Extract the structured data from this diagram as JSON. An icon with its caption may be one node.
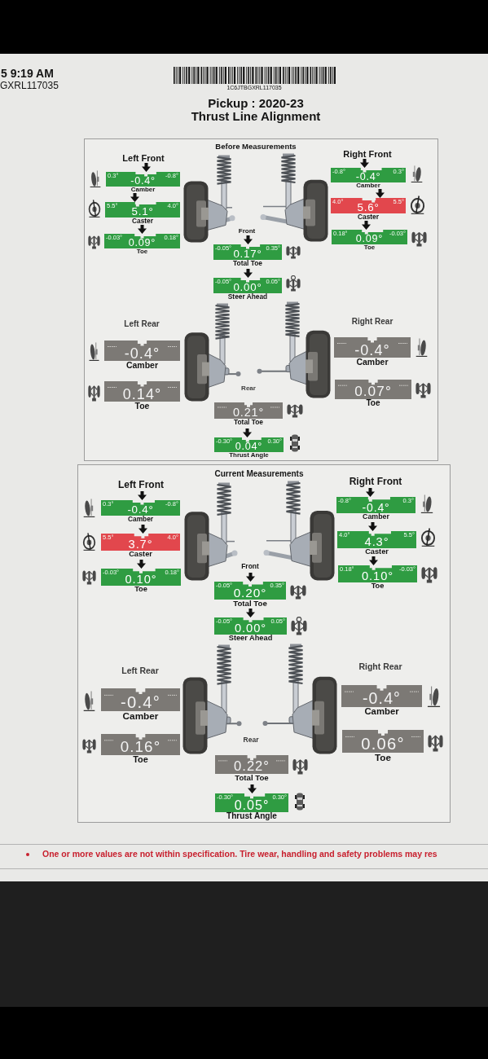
{
  "diagram": {
    "title": "Thrust Line Alignment",
    "nodes": [
      {
        "text": [
          "Before Measurements"
        ]
      },
      {
        "text": [
          "0.3°",
          "-0.8°",
          "-0.4°",
          "Camber"
        ],
        "in": 0
      },
      {
        "text": [
          "5.5°",
          "4.0°",
          "5.1°",
          "Caster"
        ],
        "in": 0
      },
      {
        "text": [
          "-0.03°",
          "0.18°",
          "0.09°",
          "Toe"
        ],
        "in": 0
      },
      {
        "text": [
          "-0.8°",
          "0.3°",
          "-0.4°",
          "Camber"
        ],
        "in": 0
      },
      {
        "text": [
          "4.0°",
          "5.5°",
          "5.6°",
          "Caster"
        ],
        "in": 0
      },
      {
        "text": [
          "0.18°",
          "-0.03°",
          "0.09°",
          "Toe"
        ],
        "in": 0
      },
      {
        "text": [
          "-0.05°",
          "0.35°",
          "0.17°",
          "Total Toe"
        ],
        "in": 0
      },
      {
        "text": [
          "-0.05°",
          "0.05°",
          "0.00°",
          "Steer Ahead"
        ],
        "in": 0
      },
      {
        "text": [
          "-0.4°",
          "Camber"
        ],
        "in": 0
      },
      {
        "text": [
          "0.14°",
          "Toe"
        ],
        "in": 0
      },
      {
        "text": [
          "-0.4°",
          "Camber"
        ],
        "in": 0
      },
      {
        "text": [
          "0.07°",
          "Toe"
        ],
        "in": 0
      },
      {
        "text": [
          "0.21°",
          "Total Toe"
        ],
        "in": 0
      },
      {
        "text": [
          "-0.30°",
          "0.30°",
          "0.04°",
          "Thrust Angle"
        ],
        "in": 0
      },
      {
        "text": [
          "Current Measurements"
        ]
      },
      {
        "text": [
          "0.3°",
          "-0.8°",
          "-0.4°",
          "Camber"
        ],
        "in": 15
      },
      {
        "text": [
          "5.5°",
          "4.0°",
          "3.7°",
          "Caster"
        ],
        "in": 15
      },
      {
        "text": [
          "-0.03°",
          "0.18°",
          "0.10°",
          "Toe"
        ],
        "in": 15
      },
      {
        "text": [
          "-0.8°",
          "0.3°",
          "-0.4°",
          "Camber"
        ],
        "in": 15
      },
      {
        "text": [
          "4.0°",
          "5.5°",
          "4.3°",
          "Caster"
        ],
        "in": 15
      },
      {
        "text": [
          "0.18°",
          "-0.03°",
          "0.10°",
          "Toe"
        ],
        "in": 15
      },
      {
        "text": [
          "-0.05°",
          "0.35°",
          "0.20°",
          "Total Toe"
        ],
        "in": 15
      },
      {
        "text": [
          "-0.05°",
          "0.05°",
          "0.00°",
          "Steer Ahead"
        ],
        "in": 15
      },
      {
        "text": [
          "-0.4°",
          "Camber"
        ],
        "in": 15
      },
      {
        "text": [
          "0.16°",
          "Toe"
        ],
        "in": 15
      },
      {
        "text": [
          "-0.4°",
          "Camber"
        ],
        "in": 15
      },
      {
        "text": [
          "0.06°",
          "Toe"
        ],
        "in": 15
      },
      {
        "text": [
          "0.22°",
          "Total Toe"
        ],
        "in": 15
      },
      {
        "text": [
          "-0.30°",
          "0.30°",
          "0.05°",
          "Thrust Angle"
        ],
        "in": 15
      }
    ],
    "labels": [
      "5 9:19 AM",
      "GXRL117035",
      "1C6JTBGXRL117035",
      "Pickup : 2020-23",
      "Left Front",
      "Right Front",
      "Front",
      "Left Rear",
      "Right Rear",
      "Rear",
      "Left Front",
      "Right Front",
      "Front",
      "Left Rear",
      "Right Rear",
      "Rear",
      "One or more values are not within specification. Tire wear, handling and safety problems may res"
    ]
  }
}
